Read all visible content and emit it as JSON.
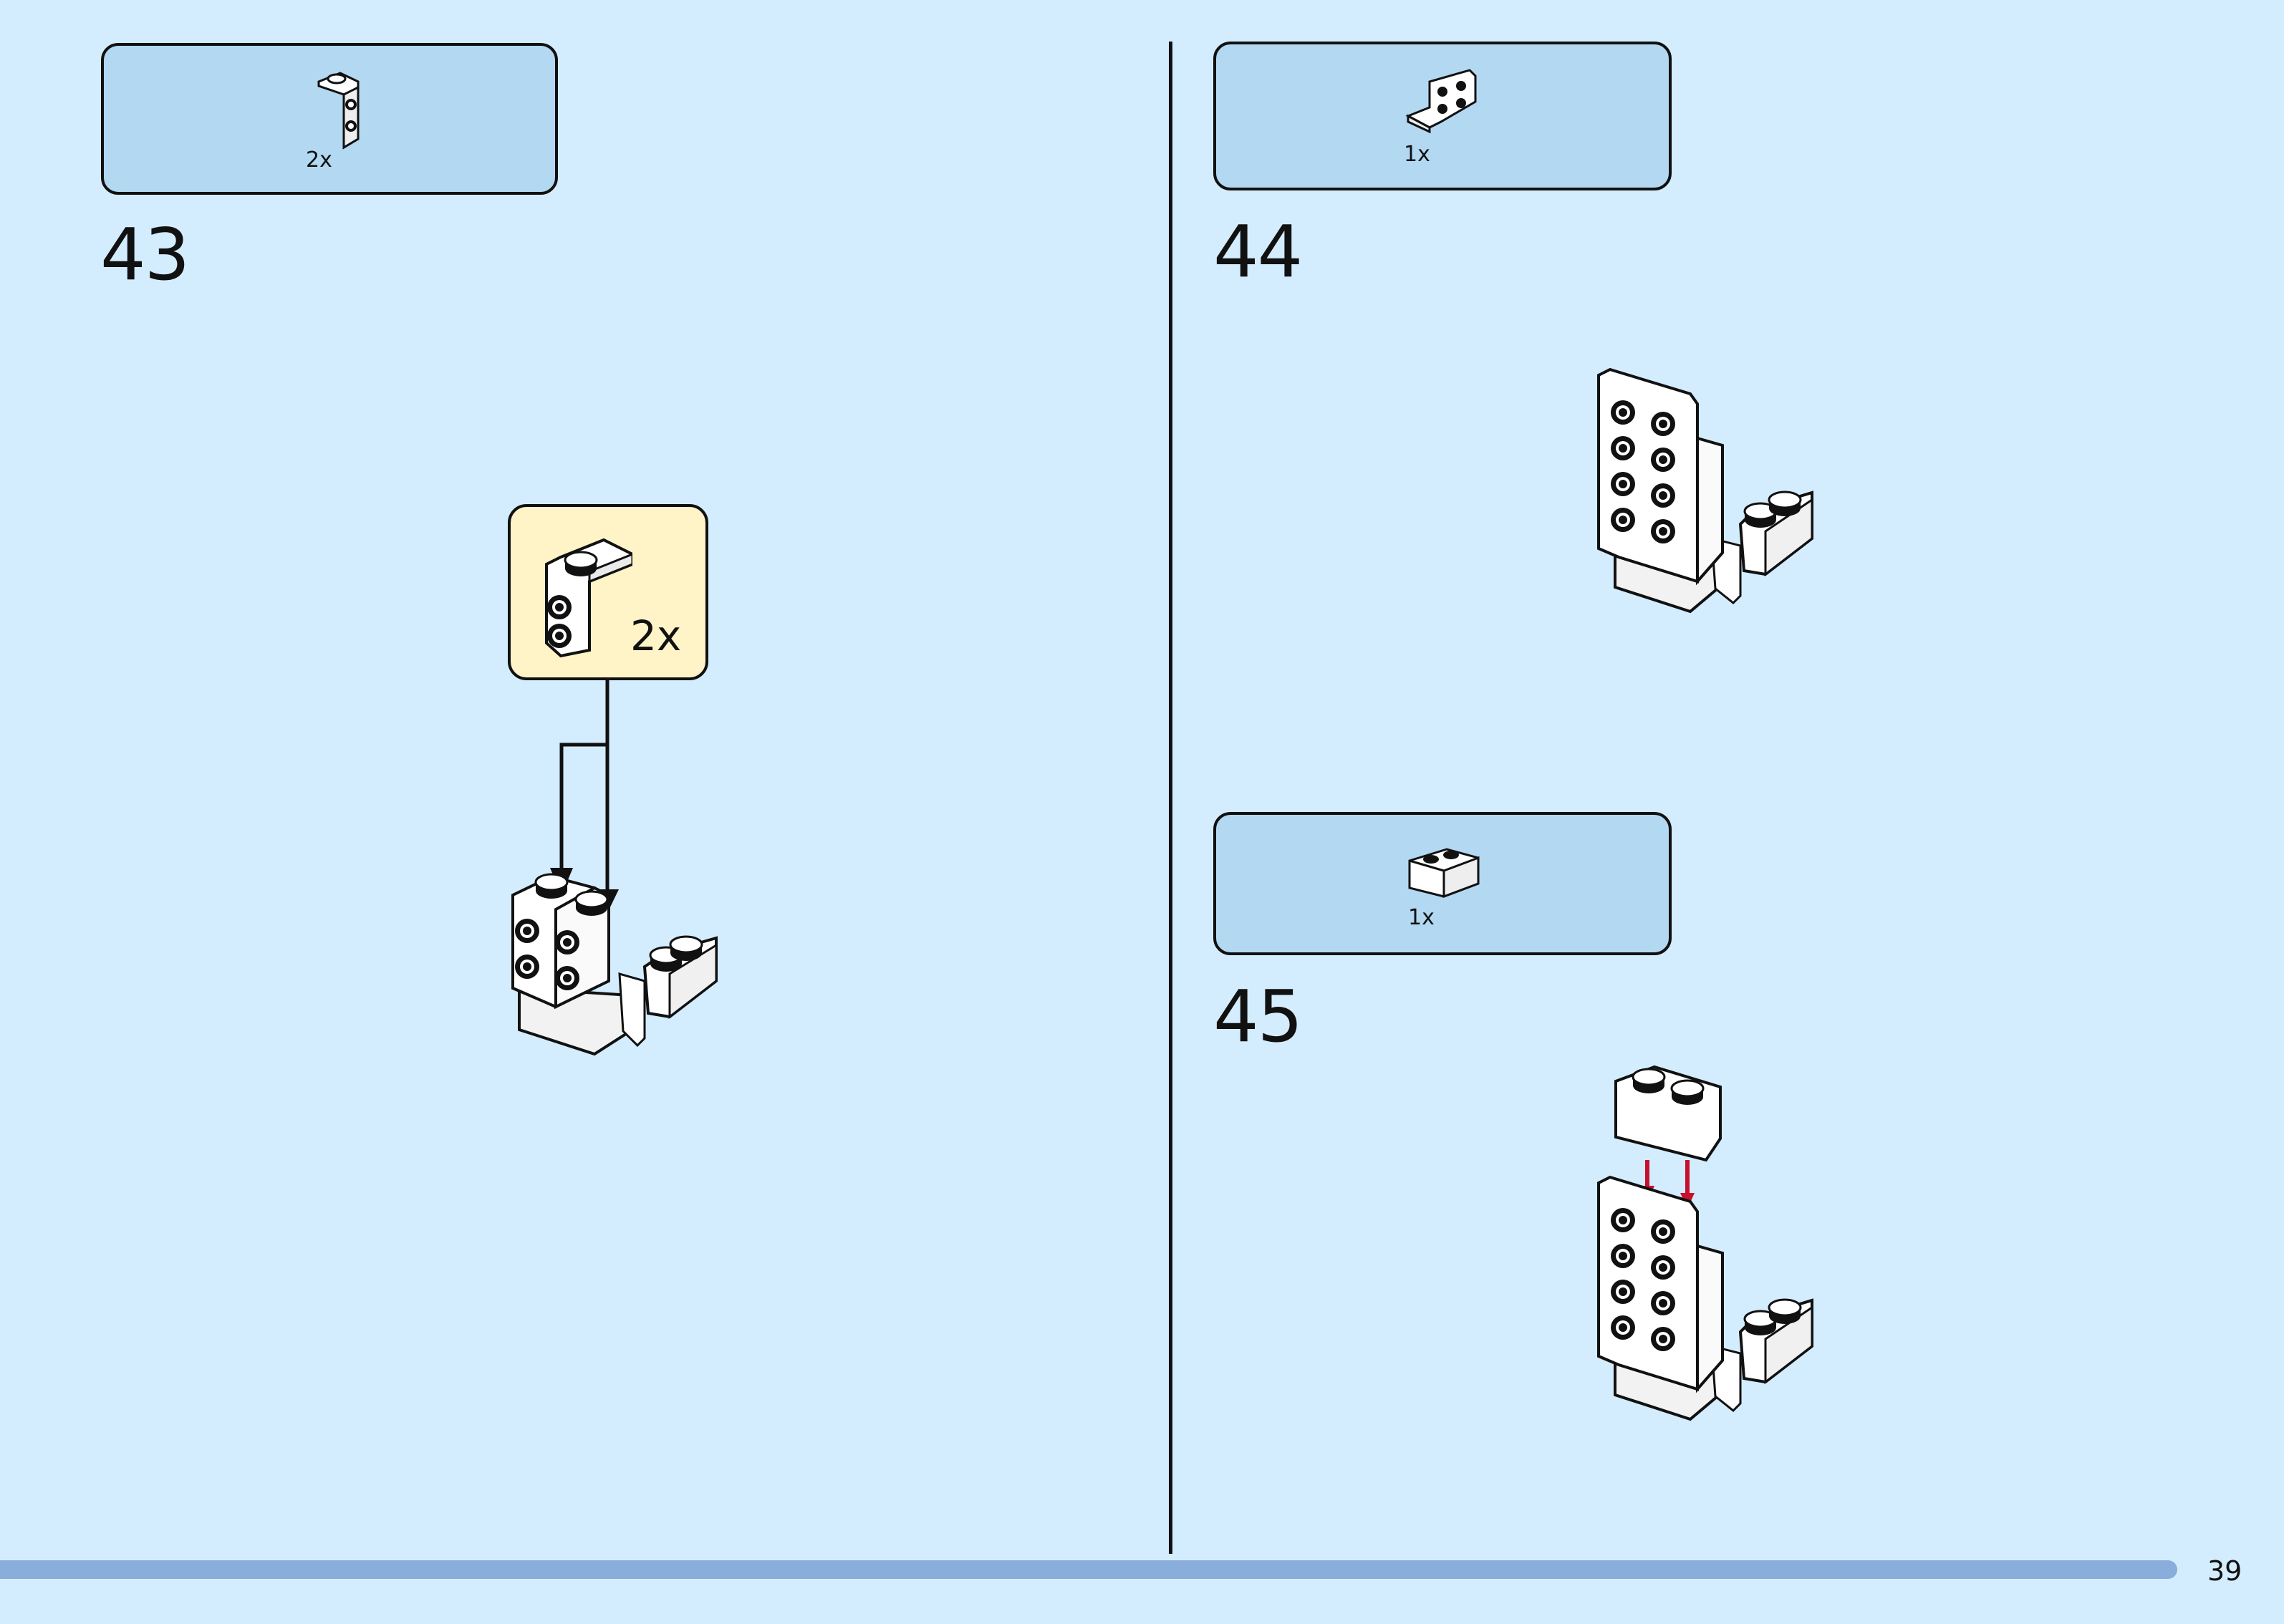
{
  "steps": [
    {
      "number": "43",
      "parts_qty": "2x",
      "callout_qty": "2x"
    },
    {
      "number": "44",
      "parts_qty": "1x"
    },
    {
      "number": "45",
      "parts_qty": "1x"
    }
  ],
  "page_number": "39"
}
